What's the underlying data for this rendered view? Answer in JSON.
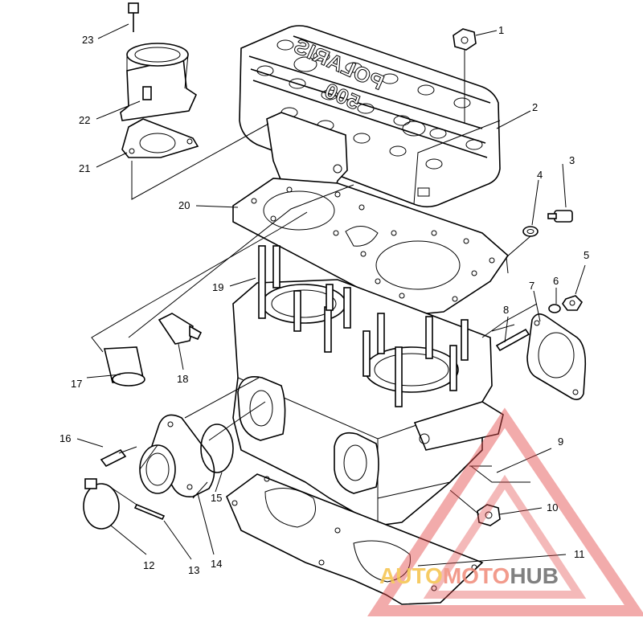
{
  "diagram": {
    "cover_text": {
      "brand": "POLARIS",
      "model": "500"
    },
    "callouts": [
      "1",
      "2",
      "3",
      "4",
      "5",
      "6",
      "7",
      "8",
      "9",
      "10",
      "11",
      "12",
      "13",
      "14",
      "15",
      "16",
      "17",
      "18",
      "19",
      "20",
      "21",
      "22",
      "23"
    ]
  },
  "watermark": {
    "part1": "AUTO",
    "part2": "MOTO",
    "part3": "HUB",
    "colors": {
      "auto": "#f5c24a",
      "moto": "#f08a78",
      "hub": "#6b6b6b",
      "triangle": "#e24a4a"
    }
  }
}
